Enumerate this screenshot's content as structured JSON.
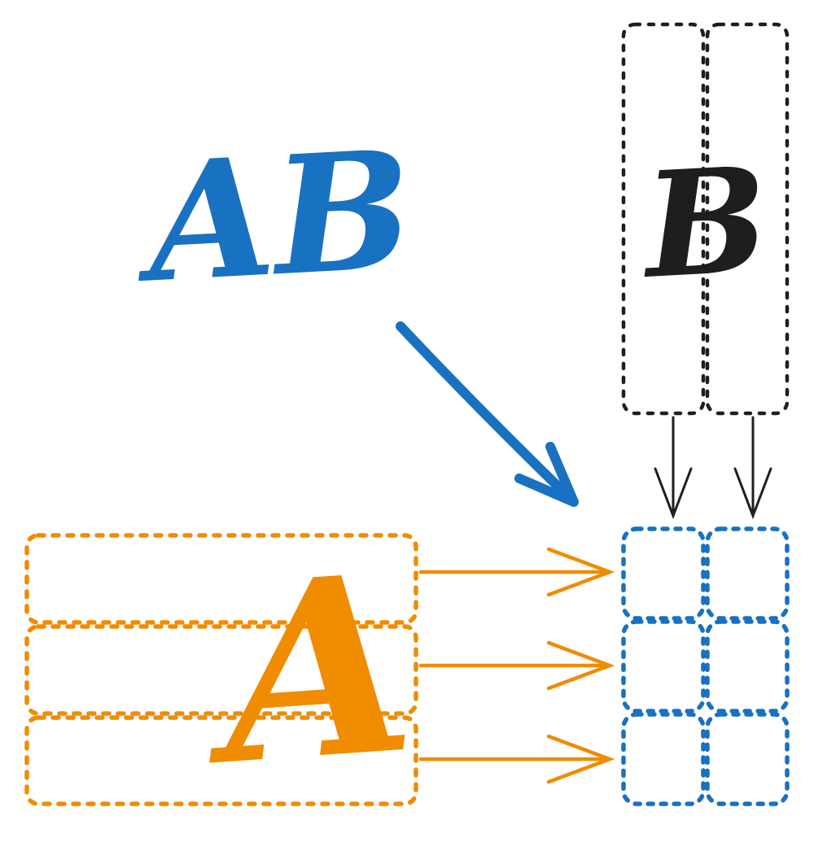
{
  "labels": {
    "product": "AB",
    "matrix_a": "A",
    "matrix_b": "B"
  },
  "colors": {
    "product_blue": "#1971c2",
    "matrix_a_orange": "#f08c00",
    "matrix_b_dark": "#1e1e1e",
    "background": "#ffffff"
  },
  "structure": {
    "matrix_a_rows": 3,
    "matrix_b_columns": 2,
    "result_rows": 3,
    "result_columns": 2,
    "arrows_from_a_rows": 3,
    "arrows_from_b_columns": 2,
    "style": "hand-drawn dotted sketch"
  }
}
